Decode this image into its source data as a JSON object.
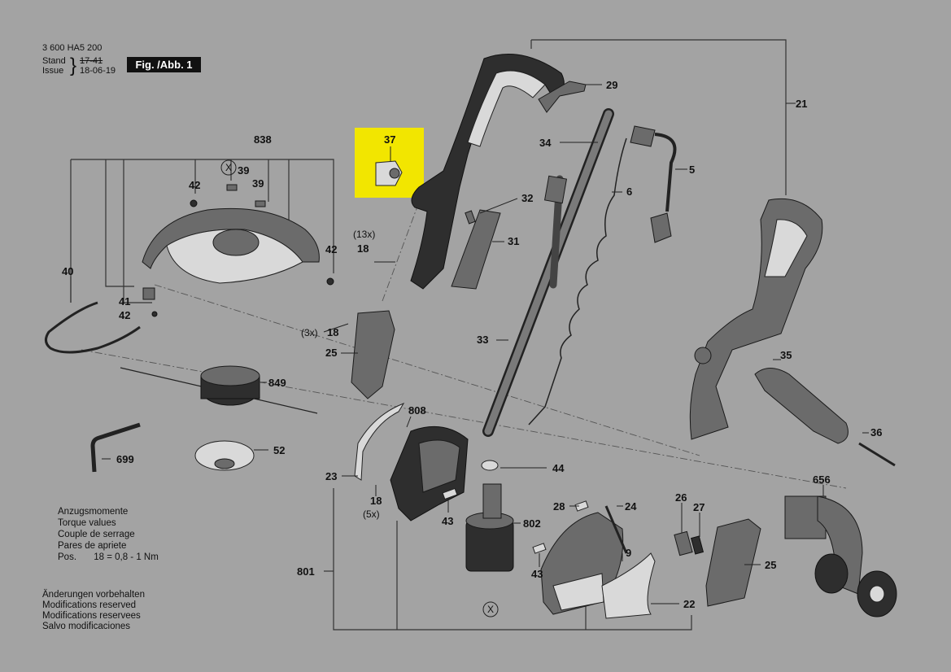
{
  "header": {
    "doc_number": "3 600 HA5 200",
    "stand_label": "Stand",
    "stand_old": "17-41",
    "issue_label": "Issue",
    "issue_date": "18-06-19",
    "figure_label": "Fig. /Abb. 1"
  },
  "highlighted_part": "37",
  "torque": {
    "lines": [
      "Anzugsmomente",
      "Torque values",
      "Couple de serrage",
      "Pares de apriete"
    ],
    "pos_label": "Pos.",
    "pos_value": "18 = 0,8 - 1 Nm"
  },
  "modifications": [
    "Änderungen vorbehalten",
    "Modifications reserved",
    "Modifications reservees",
    "Salvo modificaciones"
  ],
  "parts": {
    "p838": "838",
    "p42a": "42",
    "p39a": "39",
    "p39b": "39",
    "p42b": "42",
    "p40": "40",
    "p41": "41",
    "p42c": "42",
    "p849": "849",
    "p699": "699",
    "p52": "52",
    "p37": "37",
    "p29": "29",
    "p21": "21",
    "p34": "34",
    "p5": "5",
    "p6": "6",
    "p32": "32",
    "p31": "31",
    "p13x": "(13x)",
    "p18a": "18",
    "p3x": "(3x)",
    "p18b": "18",
    "p25a": "25",
    "p33": "33",
    "p35": "35",
    "p36": "36",
    "p808": "808",
    "p44": "44",
    "p23": "23",
    "p18c": "18",
    "p5x": "(5x)",
    "p43a": "43",
    "p28": "28",
    "p24": "24",
    "p802": "802",
    "p26": "26",
    "p27": "27",
    "p656": "656",
    "p9": "9",
    "p43b": "43",
    "p25b": "25",
    "p22": "22",
    "p801": "801",
    "x_a": "X",
    "x_b": "X"
  }
}
